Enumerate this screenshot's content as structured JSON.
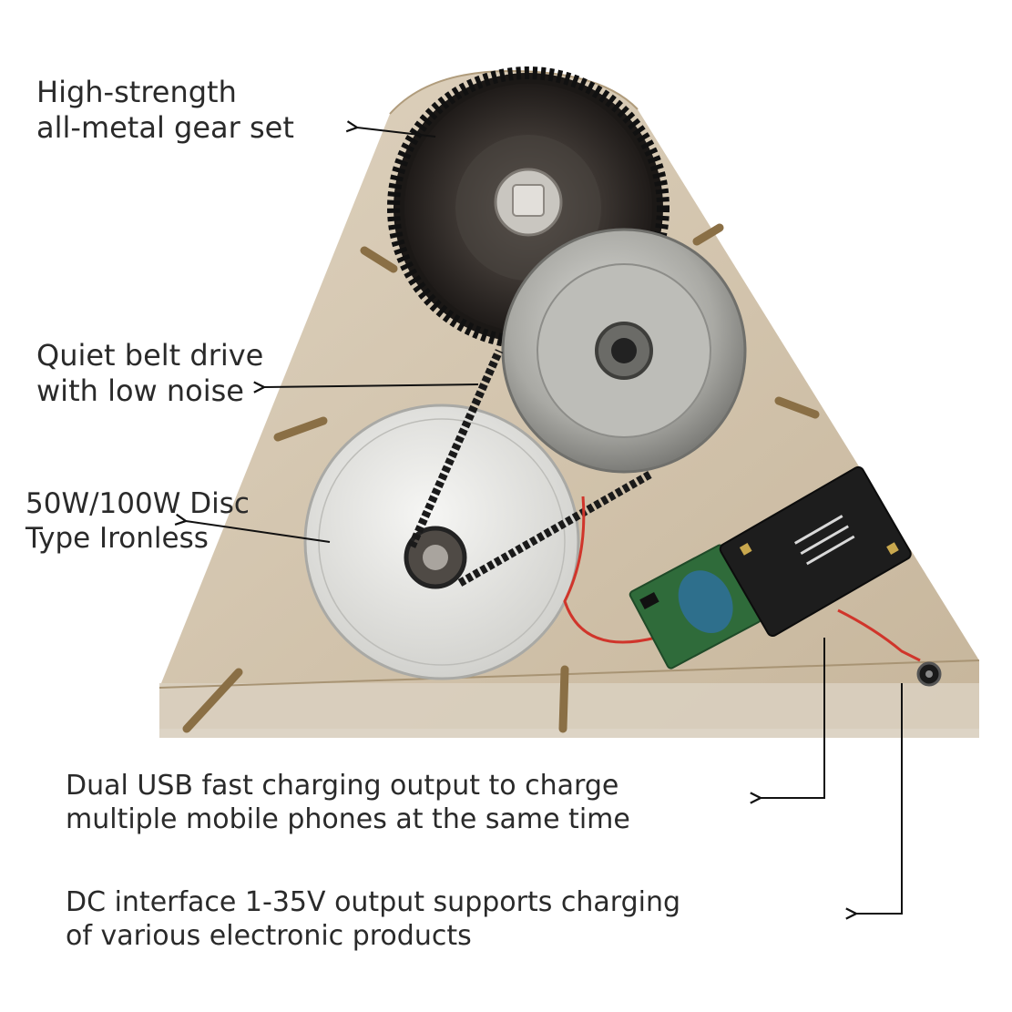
{
  "colors": {
    "background": "#ffffff",
    "board": "#c9b79c",
    "gear": "#2f2a27",
    "pulley": "#b9b9b4",
    "disc": "#e9e9e6",
    "pcb_green": "#2f6b3a",
    "pcb_black": "#1d1d1d",
    "wire": "#d0352b",
    "text": "#2a2a2a"
  },
  "callouts": {
    "gear": {
      "line1": "High-strength",
      "line2": "all-metal gear set"
    },
    "belt": {
      "line1": "Quiet belt drive",
      "line2": "with low noise"
    },
    "motor": {
      "line1": "50W/100W Disc",
      "line2": "Type Ironless"
    },
    "usb": {
      "line1": "Dual USB fast charging output to charge",
      "line2": "multiple mobile phones at the same time"
    },
    "dc": {
      "line1": "DC interface 1-35V output supports charging",
      "line2": "of various electronic products"
    }
  }
}
